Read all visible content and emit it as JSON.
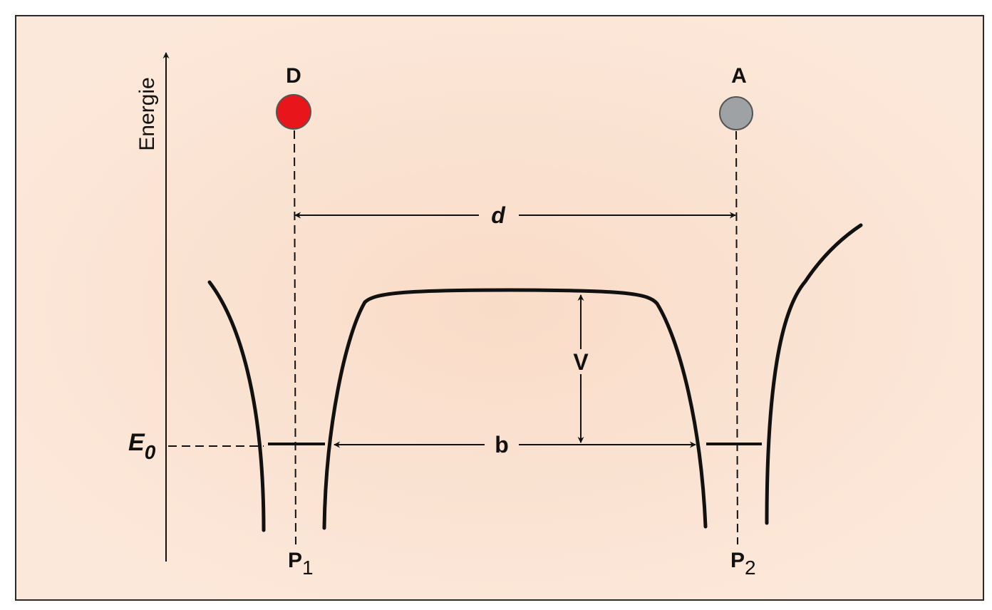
{
  "labels": {
    "y_axis": "Energie",
    "donor": "D",
    "acceptor": "A",
    "distance": "d",
    "barrier_height": "V",
    "barrier_width": "b",
    "energy_level_letter": "E",
    "energy_level_sub": "0",
    "point1_letter": "P",
    "point1_sub": "1",
    "point2_letter": "P",
    "point2_sub": "2"
  },
  "colors": {
    "background": "#fbe4d2",
    "donor_fill": "#e8161b",
    "acceptor_fill": "#9fa2a4",
    "ink": "#111111"
  }
}
